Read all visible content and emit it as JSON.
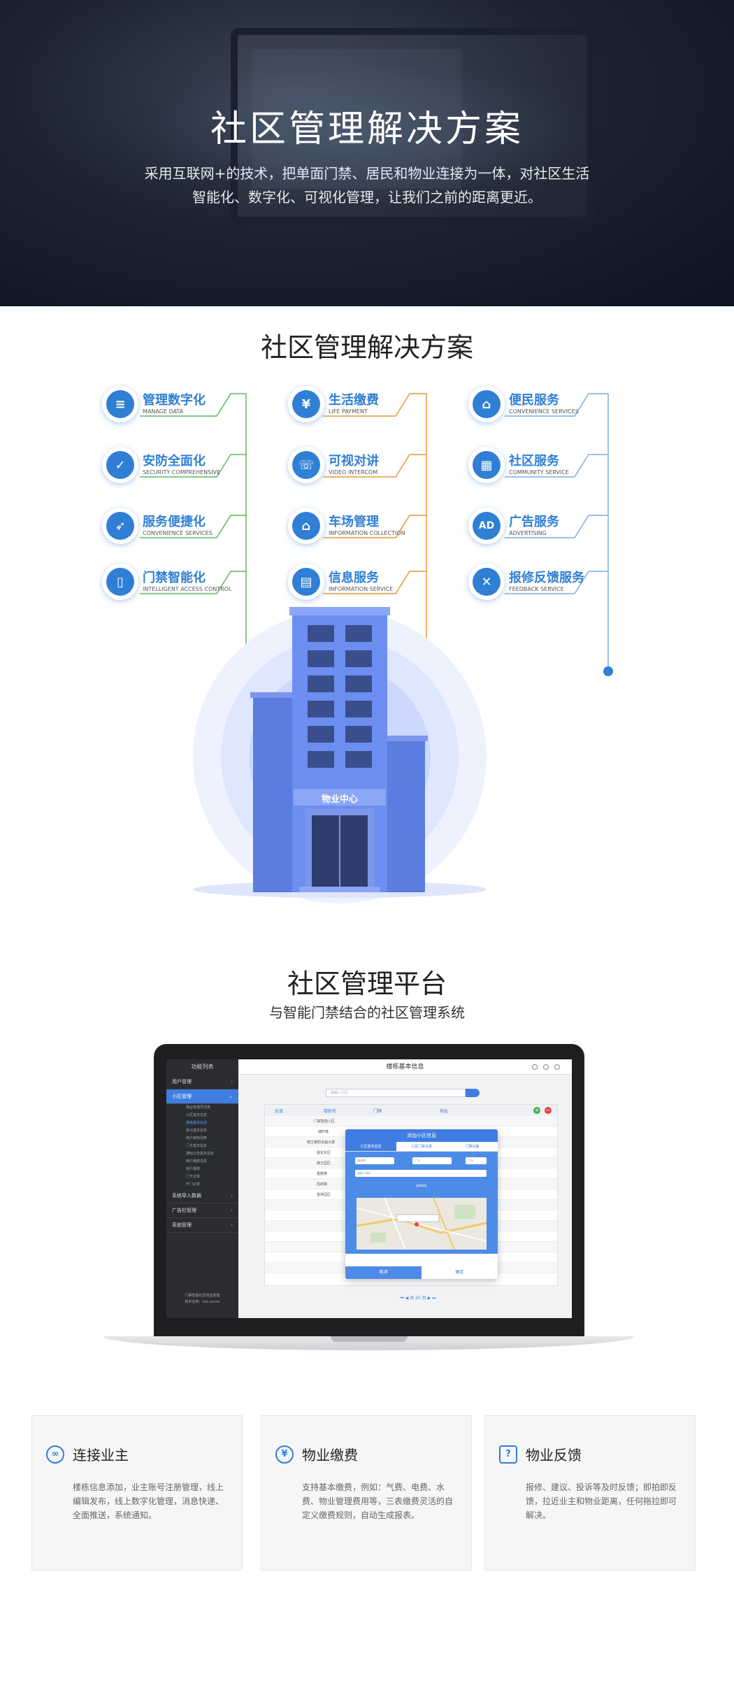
{
  "hero": {
    "title": "社区管理解决方案",
    "line1": "采用互联网+的技术，把单面门禁、居民和物业连接为一体，对社区生活",
    "line2": "智能化、数字化、可视化管理，让我们之前的距离更近。"
  },
  "solution": {
    "title": "社区管理解决方案",
    "features": [
      {
        "cn": "管理数字化",
        "en": "MANAGE DATA",
        "icon": "database-icon",
        "glyph": "≡"
      },
      {
        "cn": "安防全面化",
        "en": "SECURITY COMPREHENSIVE",
        "icon": "shield-check-icon",
        "glyph": "✓"
      },
      {
        "cn": "服务便捷化",
        "en": "CONVENIENCE SERVICES",
        "icon": "rocket-icon",
        "glyph": "➶"
      },
      {
        "cn": "门禁智能化",
        "en": "INTELLIGENT ACCESS CONTROL",
        "icon": "door-card-icon",
        "glyph": "▯"
      },
      {
        "cn": "生活缴费",
        "en": "LIFE PAYMENT",
        "icon": "yuan-icon",
        "glyph": "¥"
      },
      {
        "cn": "可视对讲",
        "en": "VIDEO INTERCOM",
        "icon": "phone-icon",
        "glyph": "☏"
      },
      {
        "cn": "车场管理",
        "en": "INFORMATION COLLECTION",
        "icon": "parking-icon",
        "glyph": "⌂"
      },
      {
        "cn": "信息服务",
        "en": "INFORMATION SERVICE",
        "icon": "document-icon",
        "glyph": "▤"
      },
      {
        "cn": "便民服务",
        "en": "CONVENIENCE SERVICES",
        "icon": "house-icon",
        "glyph": "⌂"
      },
      {
        "cn": "社区服务",
        "en": "COMMUNITY SERVICE",
        "icon": "grid-icon",
        "glyph": "▦"
      },
      {
        "cn": "广告服务",
        "en": "ADVERTISING",
        "icon": "ad-icon",
        "glyph": "AD"
      },
      {
        "cn": "报修反馈服务",
        "en": "FEEDBACK SERVICE",
        "icon": "tools-icon",
        "glyph": "✕"
      }
    ],
    "building_label": "物业中心",
    "line_colors": [
      "#5cb85c",
      "#e8973a",
      "#3a8fd8"
    ]
  },
  "platform": {
    "title": "社区管理平台",
    "subtitle": "与智能门禁结合的社区管理系统",
    "screen": {
      "sidebar_title": "功能列表",
      "menu": [
        "用户管理",
        "小区管理",
        "系统导入数据",
        "广告栏管理",
        "系统管理"
      ],
      "submenu": [
        "物业管理员列表",
        "小区基本信息",
        "楼栋基本信息",
        "单元基本信息",
        "用户审核列表",
        "门卡基本信息",
        "通知公告基本信息",
        "用户缴费信息",
        "用户报修",
        "门卡记录",
        "开门记录"
      ],
      "footer1": "门禁智能社区物业管理",
      "footer2": "技术支持：xxx.xxxxx",
      "page_title": "楼栋基本信息",
      "search_placeholder": "请输入小区",
      "columns": [
        "全选",
        "楼栋名",
        "门牌",
        "地址"
      ],
      "rows": [
        "门禁智能小区",
        "瑞轩楼",
        "楼王朝阳多面大楼",
        "莲花东区",
        "楼王园区",
        "金鹏楼",
        "招商楼",
        "富林园区"
      ],
      "modal_title": "添加小区信息",
      "modal_tabs": [
        "小区基本信息",
        "小区门禁设置",
        "门禁设备"
      ],
      "fields": [
        "请选择",
        "广东",
        "广州",
        "请输入地址",
        "选择地址"
      ],
      "cancel": "取消",
      "confirm": "确定",
      "pager": "共 20 页"
    }
  },
  "cards": [
    {
      "title": "连接业主",
      "icon": "link-icon",
      "glyph": "∞",
      "desc": "楼栋信息添加，业主账号注册管理，线上编辑发布，线上数字化管理，消息快递、全面推送，系统通知。"
    },
    {
      "title": "物业缴费",
      "icon": "yuan-coin-icon",
      "glyph": "¥",
      "desc": "支持基本缴费，例如：气费、电费、水费、物业管理费用等，三表缴费灵活的自定义缴费规则，自动生成报表。"
    },
    {
      "title": "物业反馈",
      "icon": "feedback-icon",
      "glyph": "?",
      "desc": "报修、建议、投诉等及时反馈；即拍即反馈，拉近业主和物业距离，任何拖拉即可解决。"
    }
  ]
}
